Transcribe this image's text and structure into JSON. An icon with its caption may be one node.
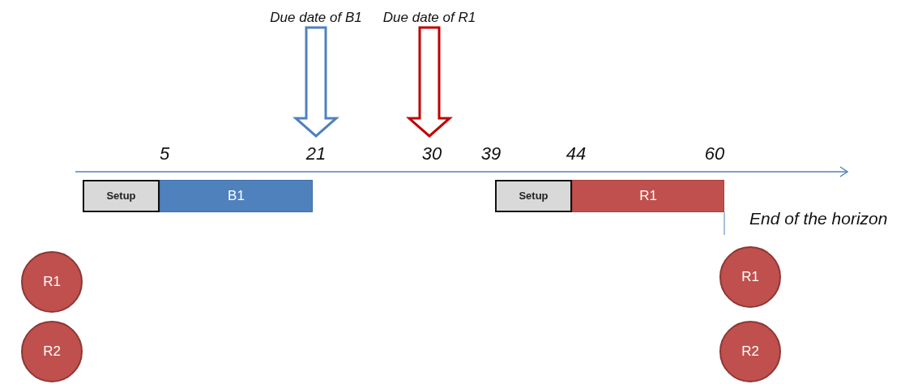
{
  "diagram": {
    "nodes": [
      {
        "text": [
          "Due date of B1"
        ]
      },
      {
        "text": [
          "Due date of R1"
        ]
      },
      {
        "text": [
          "Setup"
        ]
      },
      {
        "text": [
          "B1"
        ]
      },
      {
        "text": [
          "Setup"
        ]
      },
      {
        "text": [
          "R1"
        ]
      },
      {
        "text": [
          "R1"
        ]
      },
      {
        "text": [
          "R1"
        ]
      },
      {
        "text": [
          "R2"
        ]
      },
      {
        "text": [
          "R2"
        ]
      }
    ],
    "edges": [
      {
        "from": 0,
        "to": null,
        "arrow": "to",
        "color": "#4f81bd"
      },
      {
        "from": 1,
        "to": null,
        "arrow": "to",
        "color": "#c00000"
      }
    ],
    "labels": [
      "5",
      "21",
      "30",
      "39",
      "44",
      "60",
      "End of the horizon"
    ]
  }
}
